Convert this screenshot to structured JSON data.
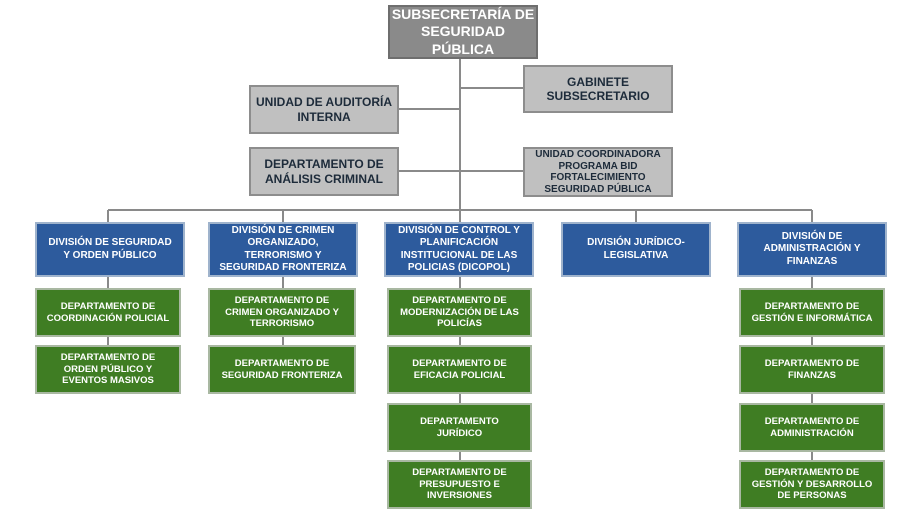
{
  "top": {
    "label": "SUBSECRETARÍA DE\nSEGURIDAD PÚBLICA"
  },
  "staff": {
    "gabinete": "GABINETE\nSUBSECRETARIO",
    "auditoria": "UNIDAD DE AUDITORÍA\nINTERNA",
    "analisis": "DEPARTAMENTO DE\nANÁLISIS CRIMINAL",
    "bid": "UNIDAD COORDINADORA\nPROGRAMA BID\nFORTALECIMIENTO\nSEGURIDAD PÚBLICA"
  },
  "divisions": [
    {
      "label": "DIVISIÓN DE SEGURIDAD\nY ORDEN PÚBLICO",
      "departments": [
        "DEPARTAMENTO  DE\nCOORDINACIÓN POLICIAL",
        "DEPARTAMENTO DE\nORDEN PÚBLICO Y\nEVENTOS MASIVOS"
      ]
    },
    {
      "label": "DIVISIÓN DE CRIMEN\nORGANIZADO,\nTERRORISMO Y\nSEGURIDAD FRONTERIZA",
      "departments": [
        "DEPARTAMENTO   DE\nCRIMEN ORGANIZADO Y\nTERRORISMO",
        "DEPARTAMENTO DE\nSEGURIDAD FRONTERIZA"
      ]
    },
    {
      "label": "DIVISIÓN DE CONTROL Y\nPLANIFICACIÓN\nINSTITUCIONAL DE LAS\nPOLICIAS (DICOPOL)",
      "departments": [
        "DEPARTAMENTO   DE\nMODERNIZACIÓN DE LAS\nPOLICÍAS",
        "DEPARTAMENTO DE\nEFICACIA POLICIAL",
        "DEPARTAMENTO\nJURÍDICO",
        "DEPARTAMENTO DE\nPRESUPUESTO E\nINVERSIONES"
      ]
    },
    {
      "label": "DIVISIÓN JURÍDICO-\nLEGISLATIVA",
      "departments": []
    },
    {
      "label": "DIVISIÓN DE\nADMINISTRACIÓN Y\nFINANZAS",
      "departments": [
        "DEPARTAMENTO   DE\nGESTIÓN E INFORMÁTICA",
        "DEPARTAMENTO DE\nFINANZAS",
        "DEPARTAMENTO   DE\nADMINISTRACIÓN",
        "DEPARTAMENTO   DE\nGESTIÓN Y DESARROLLO\nDE PERSONAS"
      ]
    }
  ]
}
